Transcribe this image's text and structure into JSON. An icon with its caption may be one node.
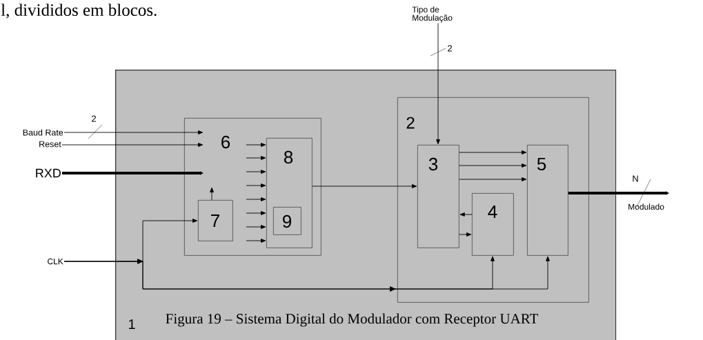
{
  "diagram": {
    "caption": "Figura 19 – Sistema Digital do Modulador com Receptor UART",
    "nodes": [
      {
        "text": [
          "1"
        ]
      },
      {
        "text": [
          "6"
        ],
        "in": 0
      },
      {
        "text": [
          "7"
        ],
        "in": 1
      },
      {
        "text": [
          "8"
        ],
        "in": 1
      },
      {
        "text": [
          "9"
        ],
        "in": 3
      },
      {
        "text": [
          "2"
        ],
        "in": 0
      },
      {
        "text": [
          "3"
        ],
        "in": 5
      },
      {
        "text": [
          "4"
        ],
        "in": 5
      },
      {
        "text": [
          "5"
        ],
        "in": 5
      },
      {
        "text": [
          "Baud Rate"
        ]
      },
      {
        "text": [
          "Reset"
        ]
      },
      {
        "text": [
          "RXD"
        ]
      },
      {
        "text": [
          "CLK"
        ]
      },
      {
        "text": [
          "Tipo de Modulação"
        ]
      },
      {
        "text": [
          "Modulado"
        ]
      }
    ],
    "edges": [
      {
        "from": 9,
        "to": 1,
        "arrow": "to",
        "label": "2"
      },
      {
        "from": 10,
        "to": 1,
        "arrow": "to"
      },
      {
        "from": 11,
        "to": 1,
        "arrow": "to",
        "style": "thick"
      },
      {
        "from": 12,
        "to": 2,
        "arrow": "to"
      },
      {
        "from": 12,
        "to": 7,
        "arrow": "to"
      },
      {
        "from": 12,
        "to": 8,
        "arrow": "to"
      },
      {
        "from": 2,
        "to": null,
        "arrow": "to"
      },
      {
        "from": null,
        "to": 3,
        "arrow": "to"
      },
      {
        "from": null,
        "to": 3,
        "arrow": "to"
      },
      {
        "from": null,
        "to": 3,
        "arrow": "to"
      },
      {
        "from": null,
        "to": 3,
        "arrow": "to"
      },
      {
        "from": null,
        "to": 3,
        "arrow": "to"
      },
      {
        "from": null,
        "to": 3,
        "arrow": "to"
      },
      {
        "from": null,
        "to": 3,
        "arrow": "to"
      },
      {
        "from": null,
        "to": 3,
        "arrow": "to"
      },
      {
        "from": 3,
        "to": 6,
        "arrow": "to"
      },
      {
        "from": 13,
        "to": 6,
        "arrow": "to",
        "label": "2"
      },
      {
        "from": 6,
        "to": 8,
        "arrow": "to"
      },
      {
        "from": 6,
        "to": 8,
        "arrow": "to"
      },
      {
        "from": 6,
        "to": 8,
        "arrow": "to"
      },
      {
        "from": 7,
        "to": 6,
        "arrow": "to"
      },
      {
        "from": 6,
        "to": 7,
        "arrow": "to"
      },
      {
        "from": 8,
        "to": 14,
        "arrow": "to",
        "label": "N",
        "style": "thick"
      }
    ],
    "labels": [
      "l, divididos em blocos."
    ]
  }
}
